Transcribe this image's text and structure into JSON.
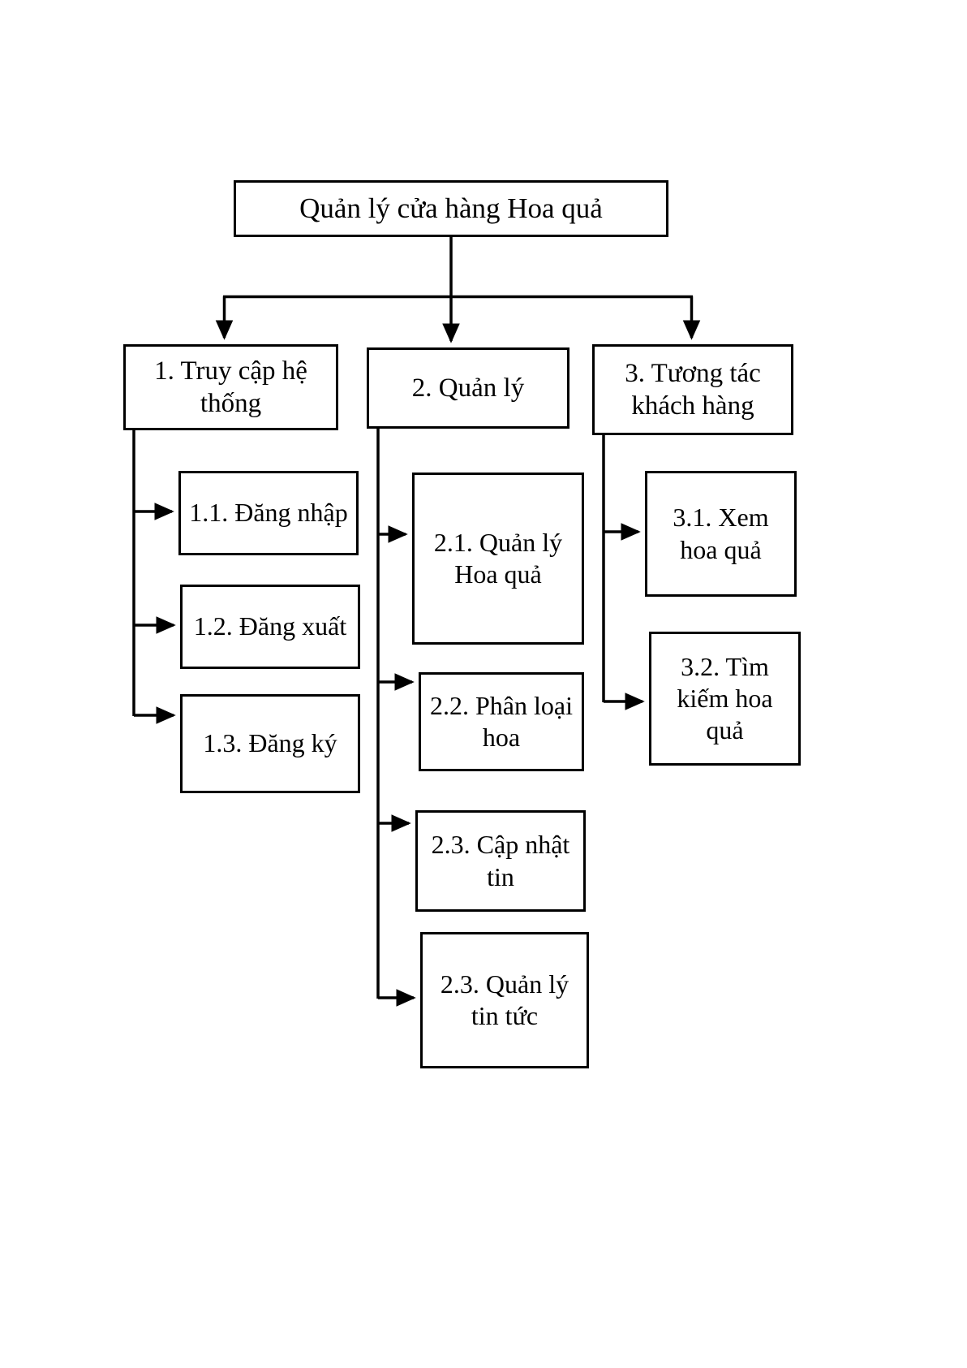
{
  "diagram": {
    "type": "hierarchy-tree",
    "title": "Quản lý cửa hàng Hoa quả",
    "stroke_color": "#000000",
    "background_color": "#ffffff",
    "root": {
      "id": "root",
      "label": "Quản lý cửa hàng Hoa quả"
    },
    "branches": [
      {
        "id": "l1-1",
        "label": "1. Truy cập hệ thống",
        "children": [
          {
            "id": "1-1",
            "label": "1.1. Đăng nhập"
          },
          {
            "id": "1-2",
            "label": "1.2. Đăng xuất"
          },
          {
            "id": "1-3",
            "label": "1.3. Đăng ký"
          }
        ]
      },
      {
        "id": "l1-2",
        "label": "2. Quản lý",
        "children": [
          {
            "id": "2-1",
            "label": "2.1. Quản lý Hoa quả"
          },
          {
            "id": "2-2",
            "label": "2.2. Phân loại hoa"
          },
          {
            "id": "2-3",
            "label": "2.3. Cập nhật tin"
          },
          {
            "id": "2-4",
            "label": "2.3. Quản lý tin tức"
          }
        ]
      },
      {
        "id": "l1-3",
        "label": "3. Tương tác khách hàng",
        "children": [
          {
            "id": "3-1",
            "label": "3.1. Xem hoa quả"
          },
          {
            "id": "3-2",
            "label": "3.2. Tìm kiếm hoa quả"
          }
        ]
      }
    ]
  }
}
